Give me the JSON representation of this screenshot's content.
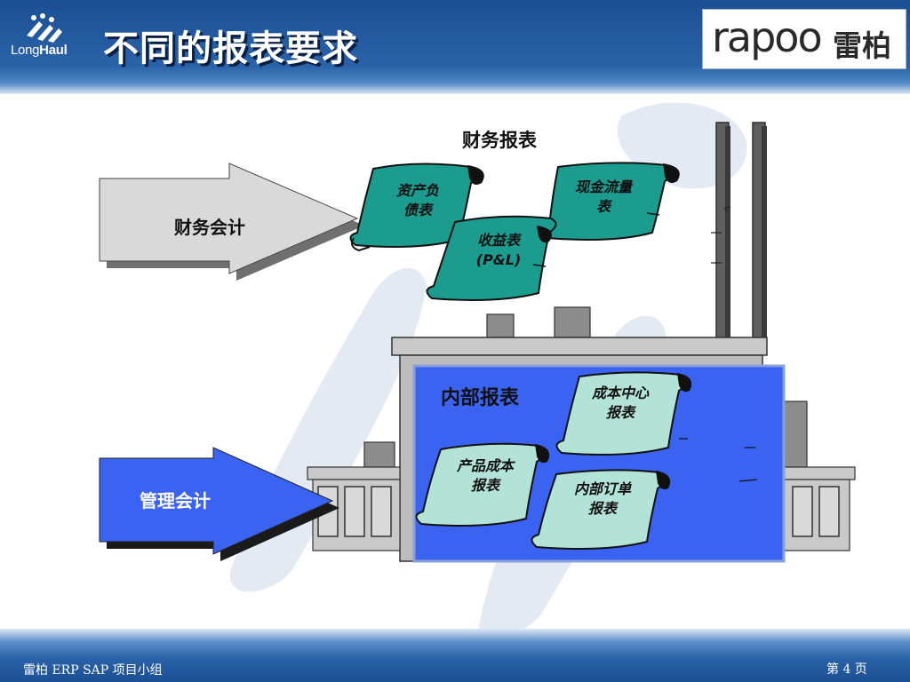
{
  "header": {
    "brand_name_light": "Long",
    "brand_name_bold": "Haul",
    "title": "不同的报表要求",
    "partner_logo_word": "rapoo",
    "partner_logo_cn": "雷柏"
  },
  "diagram": {
    "financial_reports_label": "财务报表",
    "financial_accounting_label": "财务会计",
    "management_accounting_label": "管理会计",
    "internal_reports_label": "内部报表",
    "financial_scrolls": {
      "balance_sheet": [
        "资产负",
        "债表"
      ],
      "cash_flow": [
        "现金流量",
        "表"
      ],
      "income_statement": [
        "收益表",
        "(P&L)"
      ]
    },
    "internal_scrolls": {
      "cost_center": [
        "成本中心",
        "报表"
      ],
      "product_cost": [
        "产品成本",
        "报表"
      ],
      "internal_order": [
        "内部订单",
        "报表"
      ]
    },
    "colors": {
      "financial_scroll": "#1c9c8f",
      "internal_scroll": "#b3e3d6",
      "internal_panel": "#3a63f2",
      "management_arrow": "#3a63f2",
      "financial_arrow": "#d9d9d9",
      "building": "#c8c8c8"
    }
  },
  "footer": {
    "project": "雷柏 ERP SAP 项目小组",
    "page": "第 4 页"
  }
}
